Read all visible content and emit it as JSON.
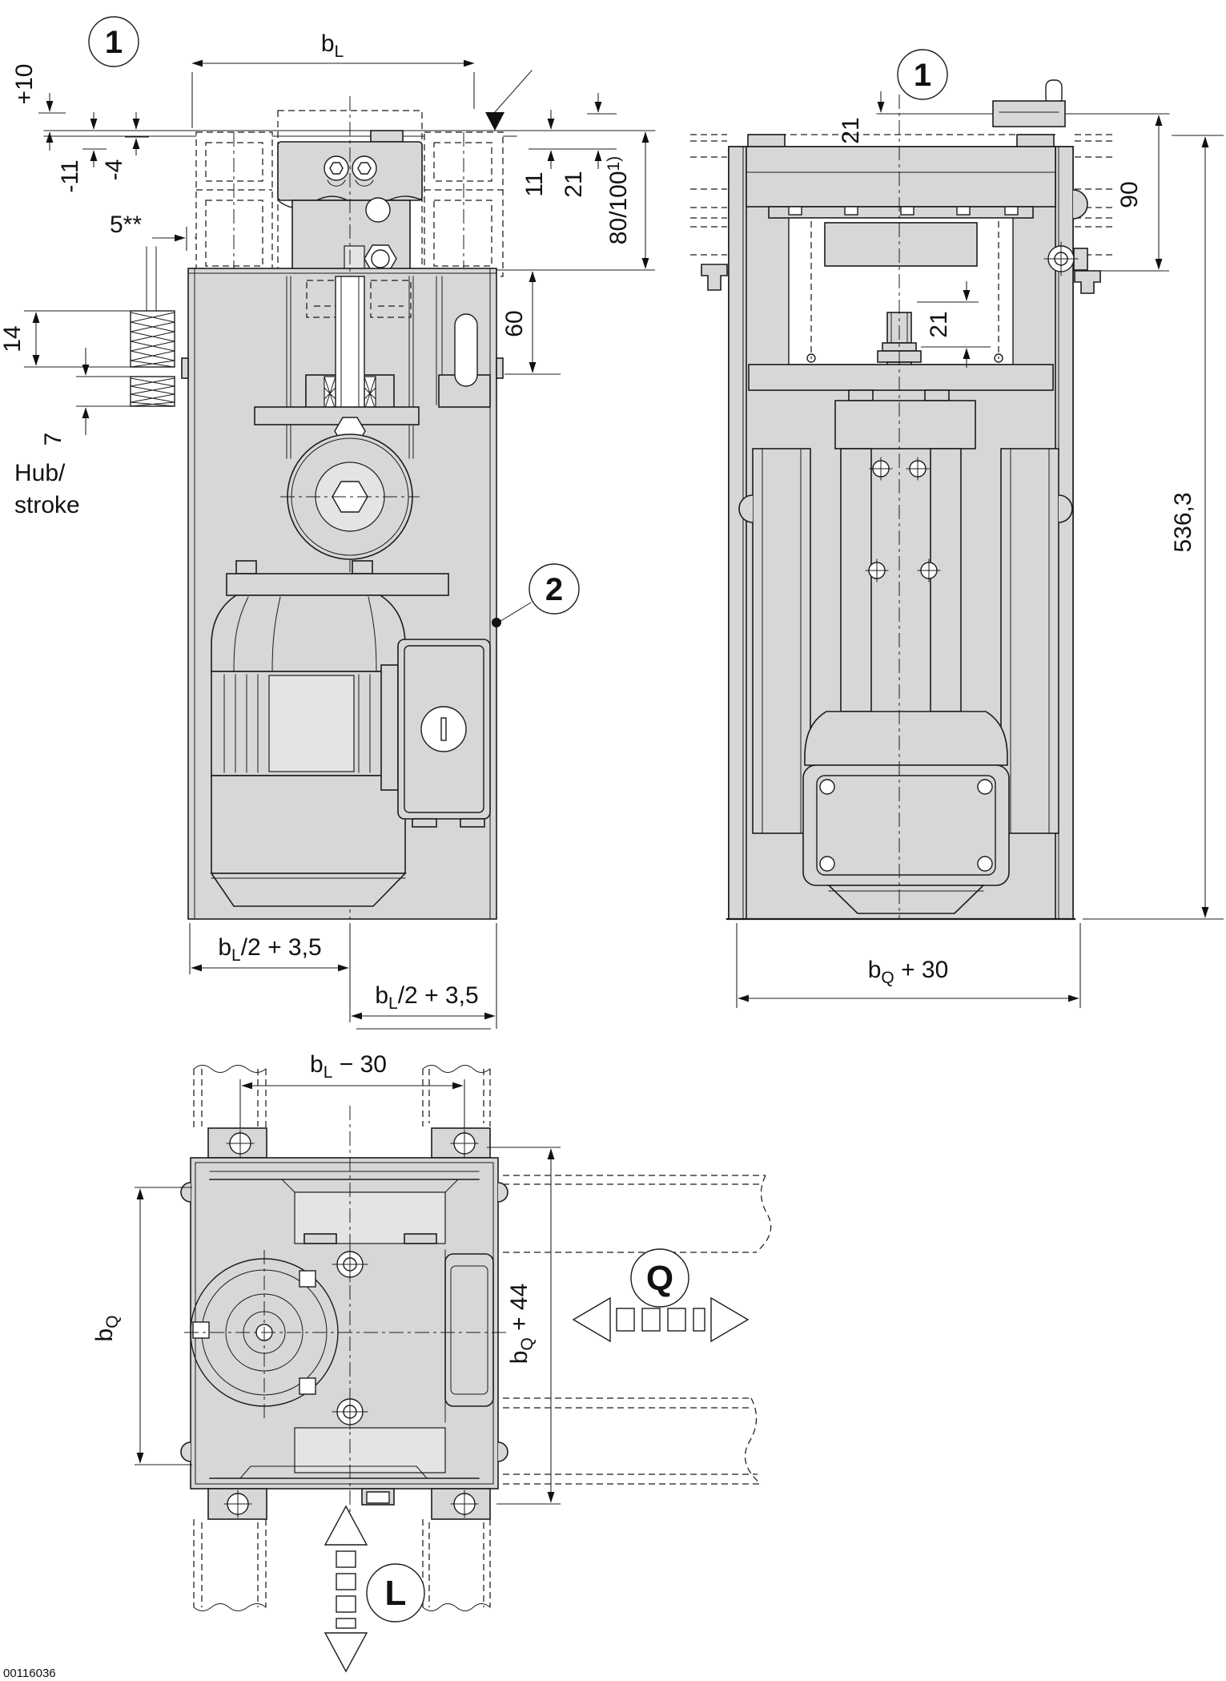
{
  "footer": {
    "doc_number": "00116036"
  },
  "colors": {
    "body_fill": "#d7d7d7",
    "line": "#1c1c1c",
    "background": "#ffffff"
  },
  "balloons": {
    "front_ref": "1",
    "side_ref": "1",
    "sensor_ref": "2"
  },
  "front_view": {
    "dim_bl": {
      "base": "b",
      "sub": "L"
    },
    "dim_plus10": "+10",
    "dim_minus11": "-11",
    "dim_minus4": "-4",
    "dim_gap5": "5**",
    "dim_stroke_up": "14",
    "dim_stroke_down": "7",
    "stroke_label_line1": "Hub/",
    "stroke_label_line2": "stroke",
    "dim_11": "11",
    "dim_21": "21",
    "dim_80_100": {
      "base": "80/100",
      "sup": "1)"
    },
    "dim_60": "60",
    "dim_bl_half_left": {
      "base": "b",
      "sub": "L",
      "suffix": "/2 + 3,5"
    },
    "dim_bl_half_right": {
      "base": "b",
      "sub": "L",
      "suffix": "/2 + 3,5"
    }
  },
  "side_view": {
    "dim_21_top": "21",
    "dim_90": "90",
    "dim_21_inner": "21",
    "dim_total_height": "536,3",
    "dim_bq_30": {
      "base": "b",
      "sub": "Q",
      "suffix": " + 30"
    }
  },
  "top_view": {
    "dim_bl_minus30": {
      "base": "b",
      "sub": "L",
      "suffix": " − 30"
    },
    "dim_bq": {
      "base": "b",
      "sub": "Q",
      "suffix": ""
    },
    "dim_bq_44": {
      "base": "b",
      "sub": "Q",
      "suffix": " + 44"
    },
    "direction_transverse": "Q",
    "direction_longitudinal": "L"
  }
}
